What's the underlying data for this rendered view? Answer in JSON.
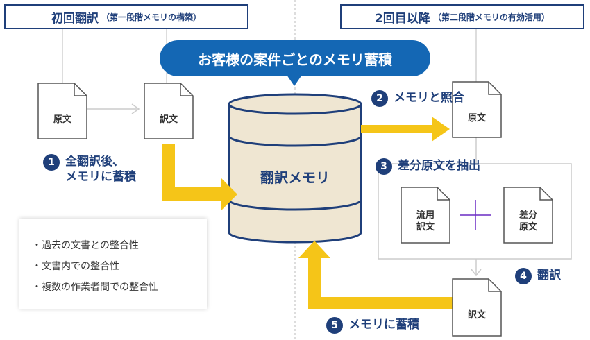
{
  "phase1": {
    "title": "初回翻訳",
    "subtitle": "（第一段階メモリの構築）"
  },
  "phase2": {
    "title": "2回目以降",
    "subtitle": "（第二段階メモリの有効活用）"
  },
  "banner": "お客様の案件ごとのメモリ蓄積",
  "database_label": "翻訳メモリ",
  "documents": {
    "source_left": "原文",
    "translation_left": "訳文",
    "source_right": "原文",
    "reused_line1": "流用",
    "reused_line2": "訳文",
    "diff_line1": "差分",
    "diff_line2": "原文",
    "translation_right": "訳文"
  },
  "steps": [
    {
      "number": "1",
      "line1": "全翻訳後、",
      "line2": "メモリに蓄積"
    },
    {
      "number": "2",
      "line1": "メモリと照合"
    },
    {
      "number": "3",
      "line1": "差分原文を抽出"
    },
    {
      "number": "4",
      "line1": "翻訳"
    },
    {
      "number": "5",
      "line1": "メモリに蓄積"
    }
  ],
  "benefits": [
    "・過去の文書との整合性",
    "・文書内での整合性",
    "・複数の作業者間での整合性"
  ],
  "colors": {
    "navy": "#1f3f7a",
    "blue": "#1467b4",
    "yellow": "#f5c518",
    "cylinder": "#efe6d2",
    "plus": "#6a2bc4"
  }
}
